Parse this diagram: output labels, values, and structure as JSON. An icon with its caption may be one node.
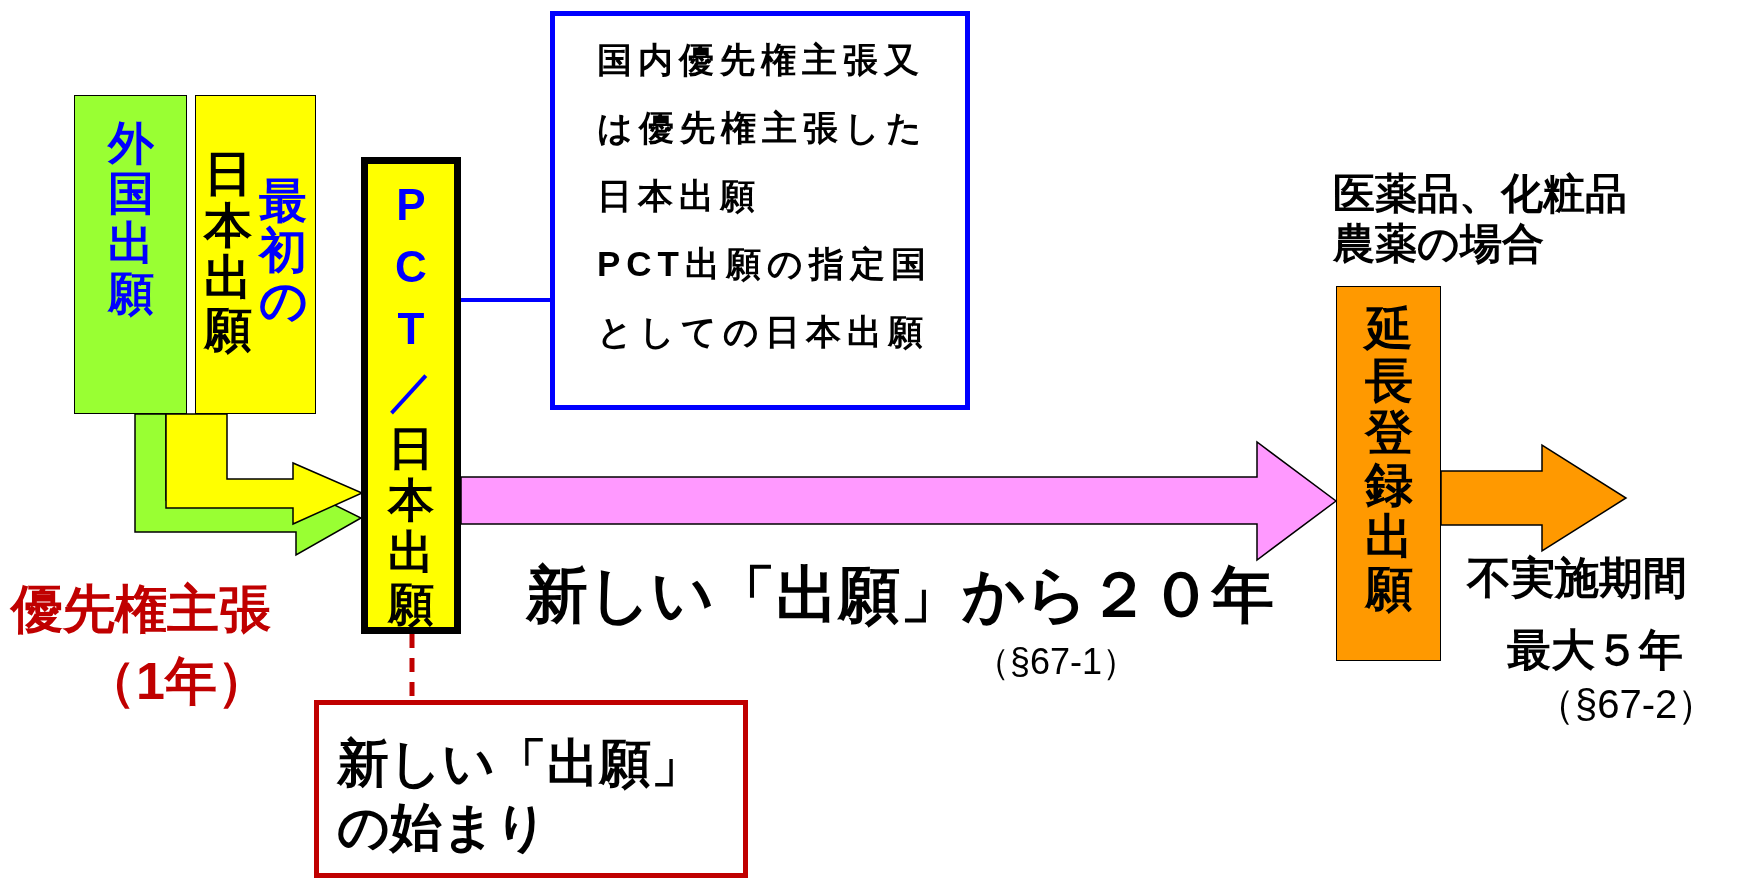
{
  "diagram": {
    "nodes": [
      {
        "text": [
          "外国出願"
        ]
      },
      {
        "text": [
          "日本出願",
          "最初の"
        ]
      },
      {
        "text": [
          "PCT／",
          "日本出願"
        ]
      },
      {
        "text": [
          "国内優先権主張又は優先権主張した日本出願",
          "**PCT出願**の指定国としての日本出願"
        ]
      },
      {
        "text": [
          "医薬品、化粧品農薬の場合",
          "延長登録出願"
        ]
      },
      {
        "text": [
          "新しい「**出願**」の始まり"
        ]
      }
    ],
    "edges": [
      {
        "from": 0,
        "to": 2,
        "arrow": "to",
        "style": "thick",
        "color": "#99ff33"
      },
      {
        "from": 1,
        "to": 2,
        "arrow": "to",
        "style": "thick",
        "color": "#ffff00"
      },
      {
        "from": 2,
        "to": 3,
        "arrow": "none",
        "color": "#0000ff"
      },
      {
        "from": 2,
        "to": 4,
        "arrow": "to",
        "style": "thick",
        "color": "#ff99ff"
      },
      {
        "from": 2,
        "to": 5,
        "arrow": "none",
        "style": "dashed",
        "color": "#c00000"
      },
      {
        "from": 4,
        "to": null,
        "arrow": "to",
        "style": "thick",
        "color": "#ff9900"
      }
    ],
    "labels": [
      "優先権主張",
      "（1年）",
      "新しい「**出願**」から２０年",
      "（§67-1）",
      "不実施期間",
      "最大５年",
      "（§67-2）"
    ]
  }
}
